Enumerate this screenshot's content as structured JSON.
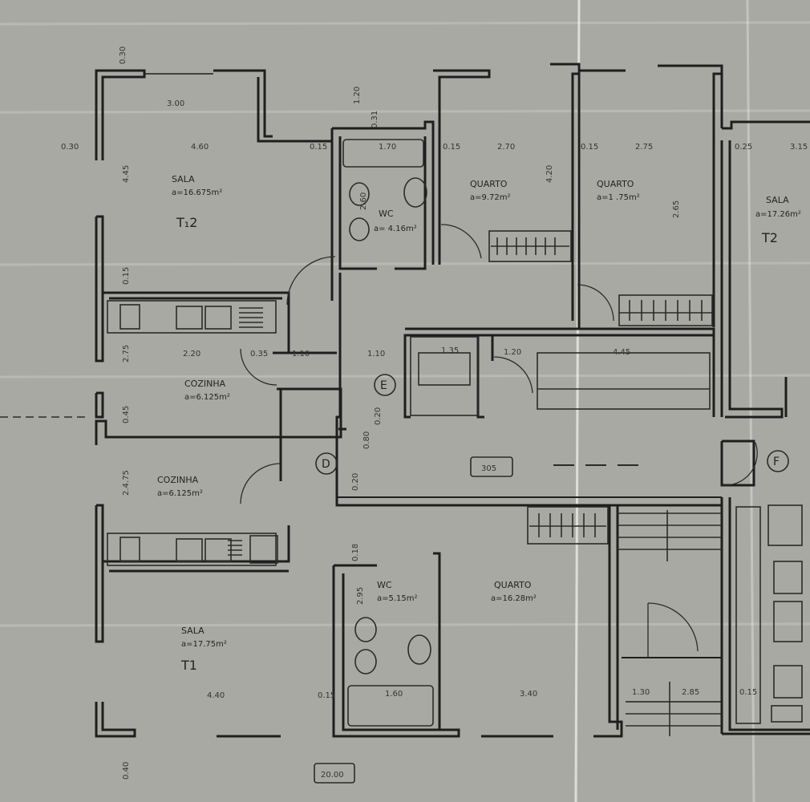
{
  "colors": {
    "paper": "#a9a9a4",
    "ink": "#1e1e1e",
    "fold": "#f4f4f2"
  },
  "rooms": {
    "sala_t2_left": {
      "name": "SALA",
      "area": "a=16.675m²",
      "unit": "T₁2"
    },
    "wc_top": {
      "name": "WC",
      "area": "a= 4.16m²"
    },
    "quarto_a": {
      "name": "QUARTO",
      "area": "a=9.72m²"
    },
    "quarto_b": {
      "name": "QUARTO",
      "area": "a=1 .75m²"
    },
    "sala_t2_right": {
      "name": "SALA",
      "area": "a=17.26m²",
      "unit": "T2"
    },
    "cozinha_upper": {
      "name": "COZINHA",
      "area": "a=6.125m²"
    },
    "cozinha_lower": {
      "name": "COZINHA",
      "area": "a=6.125m²"
    },
    "wc_bottom": {
      "name": "WC",
      "area": "a=5.15m²"
    },
    "quarto_c": {
      "name": "QUARTO",
      "area": "a=16.28m²"
    },
    "sala_t1": {
      "name": "SALA",
      "area": "a=17.75m²",
      "unit": "T1"
    }
  },
  "markers": {
    "e_left": "E",
    "d": "D",
    "f": "F",
    "box_corridor": "305",
    "box_bottom": "20.00"
  },
  "dims": {
    "d_030_top": "0.30",
    "d_300": "3.00",
    "d_030_left": "0.30",
    "d_460": "4.60",
    "d_015_a": "0.15",
    "d_170": "1.70",
    "d_015_b": "0.15",
    "d_270": "2.70",
    "d_015_c": "0.15",
    "d_275": "2.75",
    "d_025": "0.25",
    "d_315": "3.15",
    "d_120": "1.20",
    "d_031": "0.31",
    "d_445_vert": "4.45",
    "d_015_vert": "0.15",
    "d_260": "2.60",
    "d_420": "4.20",
    "d_265": "2.65",
    "d_220": "2.20",
    "d_035": "0.35",
    "d_110_a": "1.10",
    "d_110_b": "1.10",
    "d_135": "1.35",
    "d_120_b": "1.20",
    "d_445": "4.45",
    "d_275_vert": "2.75",
    "d_020": "0.20",
    "d_080": "0.80",
    "d_045": "0.45",
    "d_175_vert": "2.4.75",
    "d_018": "0.18",
    "d_020_b": "0.20",
    "d_295": "2.95",
    "d_440": "4.40",
    "d_015_bot": "0.15",
    "d_160": "1.60",
    "d_340": "3.40",
    "d_130": "1.30",
    "d_285": "2.85",
    "d_015_right": "0.15",
    "d_040": "0.40"
  }
}
